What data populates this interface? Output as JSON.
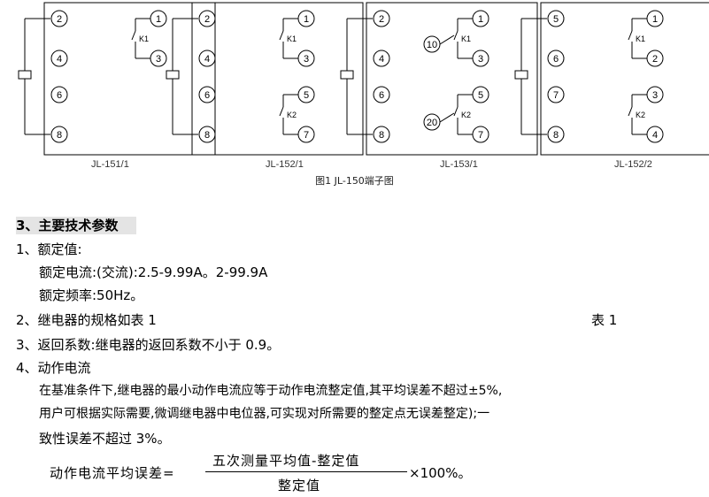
{
  "figure": {
    "panels": [
      {
        "caption": "JL-151/1",
        "left_terminals": [
          "2",
          "4",
          "6",
          "8"
        ],
        "right_terminals": [
          "1",
          "3"
        ],
        "contacts": [
          "K1"
        ],
        "extra_terminals": []
      },
      {
        "caption": "JL-152/1",
        "left_terminals": [
          "2",
          "4",
          "6",
          "8"
        ],
        "right_terminals": [
          "1",
          "3",
          "5",
          "7"
        ],
        "contacts": [
          "K1",
          "K2"
        ],
        "extra_terminals": []
      },
      {
        "caption": "JL-153/1",
        "left_terminals": [
          "2",
          "4",
          "6",
          "8"
        ],
        "right_terminals": [
          "1",
          "3",
          "5",
          "7"
        ],
        "contacts": [
          "K1",
          "K2"
        ],
        "extra_terminals": [
          "10",
          "20"
        ]
      },
      {
        "caption": "JL-152/2",
        "left_terminals": [
          "5",
          "6",
          "7",
          "8"
        ],
        "right_terminals": [
          "1",
          "2",
          "3",
          "4"
        ],
        "contacts": [
          "K1",
          "K2"
        ],
        "extra_terminals": []
      }
    ],
    "caption": "图1 JL-150端子图"
  },
  "section": {
    "heading": "3、主要技术参数",
    "item1": {
      "title": "1、额定值:",
      "current": "额定电流:(交流):2.5-9.99A。2-99.9A",
      "frequency": "额定频率:50Hz。"
    },
    "item2": {
      "text": "2、继电器的规格如表 1",
      "table_ref": "表  1"
    },
    "item3": {
      "text": "3、返回系数:继电器的返回系数不小于 0.9。"
    },
    "item4": {
      "title": "4、动作电流",
      "para_line1": "在基准条件下,继电器的最小动作电流应等于动作电流整定值,其平均误差不超过±5%,",
      "para_line2": "用户可根据实际需要,微调继电器中电位器,可实现对所需要的整定点无误差整定);一",
      "para_line3": "致性误差不超过 3%。"
    },
    "formula": {
      "lhs": "动作电流平均误差=",
      "numerator": "五次测量平均值-整定值",
      "denominator": "整定值",
      "rhs": "×100%。"
    }
  }
}
